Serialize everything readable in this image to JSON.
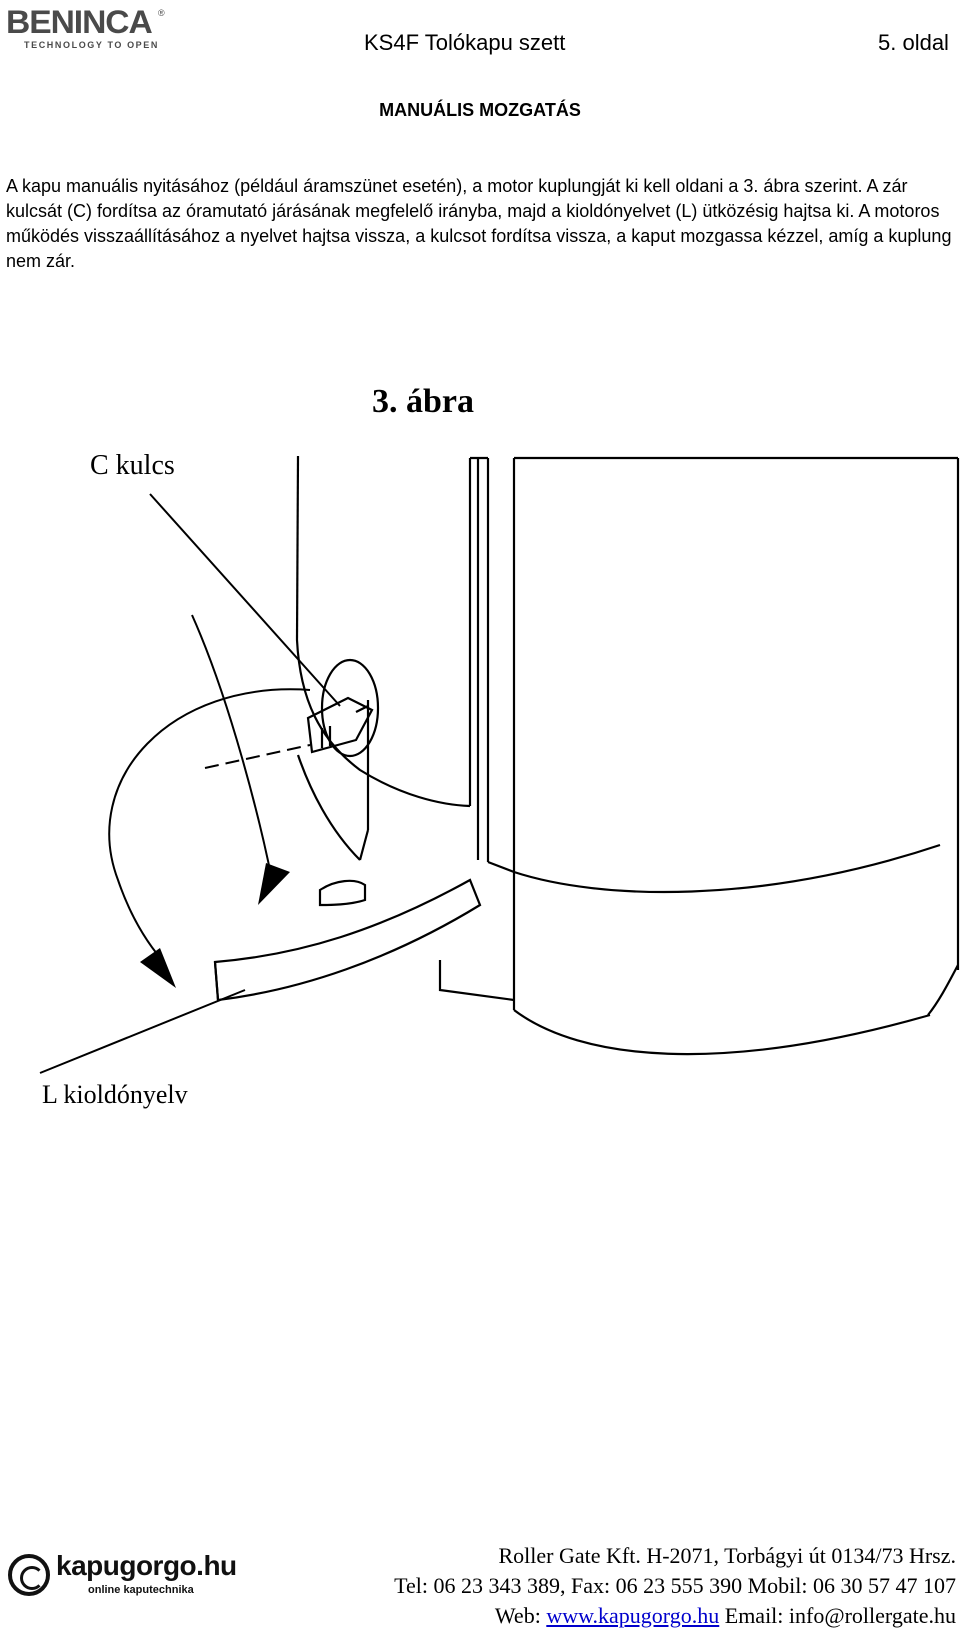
{
  "header": {
    "brand_name": "BENINCA",
    "brand_reg": "®",
    "brand_tagline": "TECHNOLOGY TO OPEN",
    "doc_title": "KS4F Tolókapu szett",
    "page_number": "5. oldal"
  },
  "section": {
    "heading": "MANUÁLIS MOZGATÁS",
    "body": "A kapu manuális nyitásához (például áramszünet esetén), a motor kuplungját ki kell oldani a 3. ábra szerint. A zár kulcsát (C) fordítsa az óramutató járásának megfelelő irányba, majd a kioldónyelvet (L) ütközésig hajtsa ki. A motoros működés visszaállításához a nyelvet hajtsa vissza, a kulcsot fordítsa vissza, a kaput mozgassa kézzel, amíg a kuplung nem zár."
  },
  "figure": {
    "caption": "3. ábra",
    "label_c": "C kulcs",
    "label_l": "L kioldónyelv"
  },
  "footer": {
    "logo_name": "kapugorgo.hu",
    "logo_tagline": "online kaputechnika",
    "line1": "Roller Gate Kft. H-2071, Torbágyi út 0134/73 Hrsz.",
    "line2": "Tel: 06 23 343 389, Fax: 06 23 555 390 Mobil: 06 30 57 47 107",
    "web_label": "Web:",
    "web_link": "www.kapugorgo.hu",
    "email": "Email: info@rollergate.hu"
  }
}
